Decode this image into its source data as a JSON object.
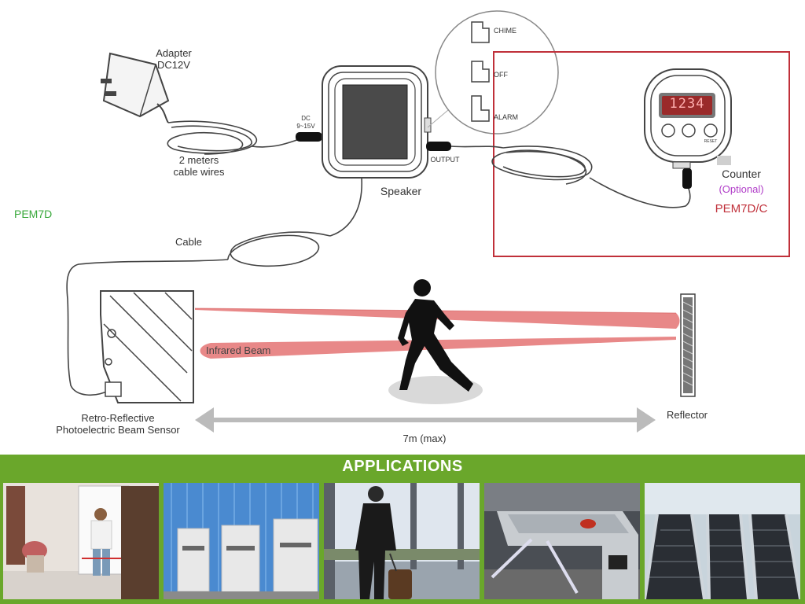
{
  "diagram": {
    "adapter_label": "Adapter\nDC12V",
    "cable_wires_label": "2 meters\ncable wires",
    "dc_label": "DC\n9~15V",
    "speaker_label": "Speaker",
    "output_label": "OUTPUT",
    "cable_label": "Cable",
    "model_label": "PEM7D",
    "switch_positions": [
      "CHIME",
      "OFF",
      "ALARM"
    ],
    "counter": {
      "display": "1234",
      "label": "Counter",
      "optional_label": "(Optional)",
      "model": "PEM7D/C",
      "button_labels": [
        "",
        "",
        "RESET"
      ]
    },
    "beam_label": "Infrared Beam",
    "sensor_label": "Retro-Reflective\nPhotoelectric Beam Sensor",
    "reflector_label": "Reflector",
    "distance_label": "7m (max)"
  },
  "applications": {
    "title": "APPLICATIONS",
    "photos": [
      "doorway",
      "warehouse-doors",
      "airport-traveler",
      "turnstile",
      "escalators"
    ]
  },
  "colors": {
    "accent_green": "#6aa72b",
    "counter_red": "#c0303a",
    "optional_purple": "#b03cc8",
    "beam_red": "#e06060"
  }
}
